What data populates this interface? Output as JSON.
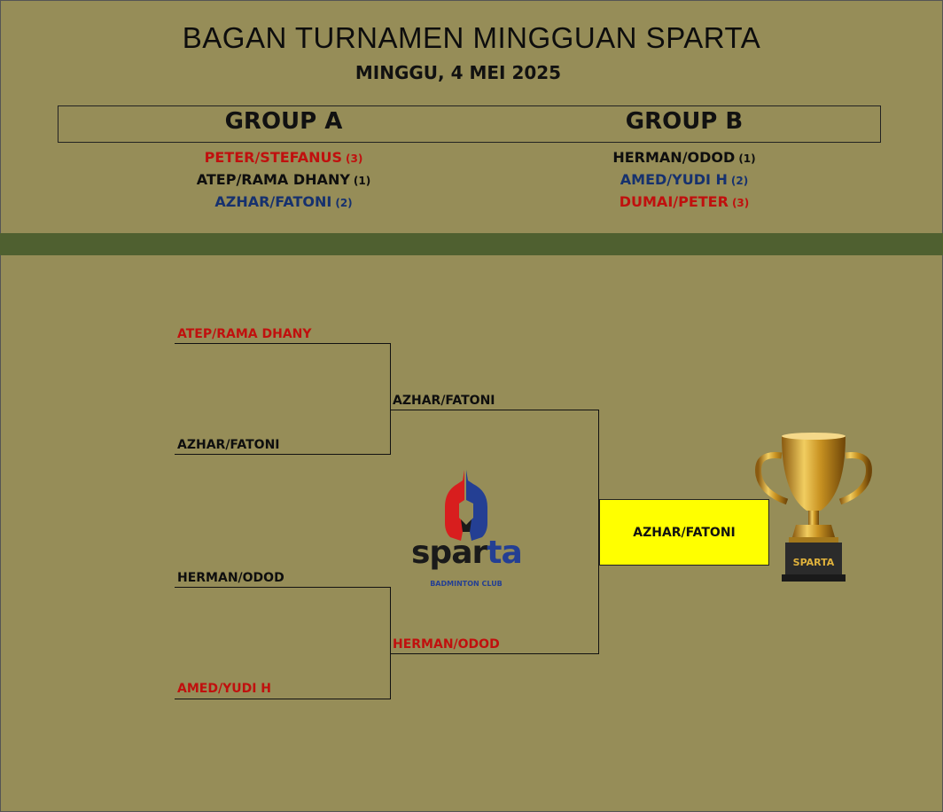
{
  "header": {
    "title": "BAGAN TURNAMEN MINGGUAN SPARTA",
    "subtitle": "MINGGU, 4 MEI 2025"
  },
  "groups": [
    {
      "name": "GROUP A",
      "teams": [
        {
          "name": "PETER/STEFANUS",
          "seed": "(3)",
          "color": "#c0100e"
        },
        {
          "name": "ATEP/RAMA DHANY",
          "seed": "(1)",
          "color": "#0e0e0e"
        },
        {
          "name": "AZHAR/FATONI",
          "seed": "(2)",
          "color": "#16316e"
        }
      ]
    },
    {
      "name": "GROUP B",
      "teams": [
        {
          "name": "HERMAN/ODOD",
          "seed": "(1)",
          "color": "#0e0e0e"
        },
        {
          "name": "AMED/YUDI H",
          "seed": "(2)",
          "color": "#16316e"
        },
        {
          "name": "DUMAI/PETER",
          "seed": "(3)",
          "color": "#c0100e"
        }
      ]
    }
  ],
  "bracket": {
    "semifinal_1": {
      "top": "ATEP/RAMA DHANY",
      "bottom": "AZHAR/FATONI"
    },
    "semifinal_2": {
      "top": "HERMAN/ODOD",
      "bottom": "AMED/YUDI H"
    },
    "final": {
      "top": "AZHAR/FATONI",
      "bottom": "HERMAN/ODOD"
    },
    "champion": "AZHAR/FATONI"
  },
  "logo": {
    "wordmark": "sparta",
    "tagline": "BADMINTON CLUB"
  },
  "trophy": {
    "plate_text": "SPARTA"
  },
  "colors": {
    "background": "#968d58",
    "band": "#4f6030",
    "champion_highlight": "#ffff00",
    "red": "#c0100e",
    "blue": "#16316e"
  }
}
